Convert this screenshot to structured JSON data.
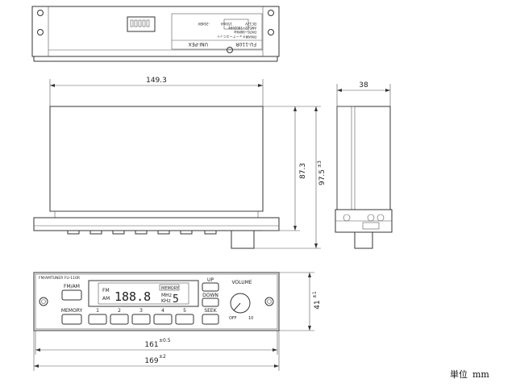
{
  "dimensions": {
    "top_width": "149.3",
    "side_depth": "38",
    "height_inner": "87.3",
    "height_outer": "97.5",
    "height_outer_tol": "±3",
    "front_height": "41",
    "front_height_tol": "±1",
    "front_width_inner": "161",
    "front_width_inner_tol": "±0.5",
    "front_width_outer": "169",
    "front_width_outer_tol": "±2"
  },
  "front_panel": {
    "model_label": "FM/AMTUNER FU-110R",
    "band_button": "FM/AM",
    "memory_button": "MEMORY",
    "up_button": "UP",
    "down_button": "DOWN",
    "seek_button": "SEEK",
    "volume_label": "VOLUME",
    "volume_off": "OFF",
    "volume_max": "10",
    "presets": [
      "1",
      "2",
      "3",
      "4",
      "5"
    ],
    "display": {
      "band_fm": "FM",
      "band_am": "AM",
      "frequency": "188.8",
      "memory_indicator": "MEMORY",
      "unit_mhz": "MHz",
      "unit_khz": "KHz",
      "preset_digit": "5"
    }
  },
  "top_label": {
    "title": "UNI-PEX",
    "model": "FU-110R",
    "lines": [
      "FM/AMチューナーユニット",
      "FM76~90MHz",
      "AM522~1602kHz",
      "DC12V",
      "150mA",
      "-20dBV"
    ]
  },
  "unit": {
    "label": "単位",
    "value": "mm"
  }
}
